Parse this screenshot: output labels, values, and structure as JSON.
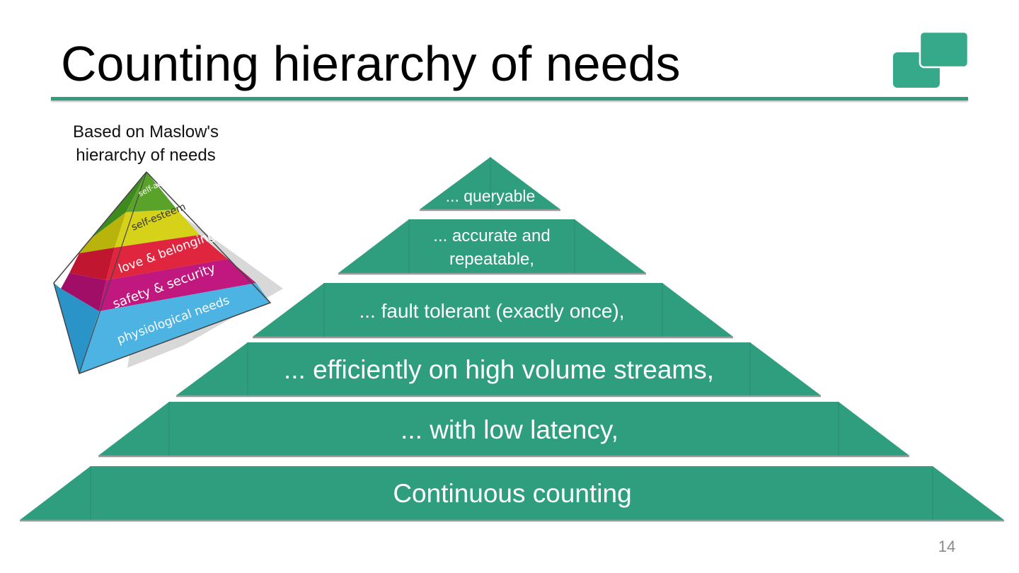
{
  "slide": {
    "title": "Counting hierarchy of needs",
    "subtitle": "Based on Maslow's hierarchy of needs",
    "page_number": "14",
    "accent_color": "#2f9e7e"
  },
  "maslow_image": {
    "labels": [
      "self-actualize",
      "self-esteem",
      "love & belonging",
      "safety & security",
      "physiological needs"
    ],
    "colors": [
      "#5aa32a",
      "#d6d21a",
      "#e0263f",
      "#c0187e",
      "#4cb3e3"
    ]
  },
  "pyramid": {
    "levels": [
      "... queryable",
      "... accurate and repeatable,",
      "... fault tolerant (exactly once),",
      "... efficiently on high volume streams,",
      "... with low latency,",
      "Continuous counting"
    ]
  }
}
